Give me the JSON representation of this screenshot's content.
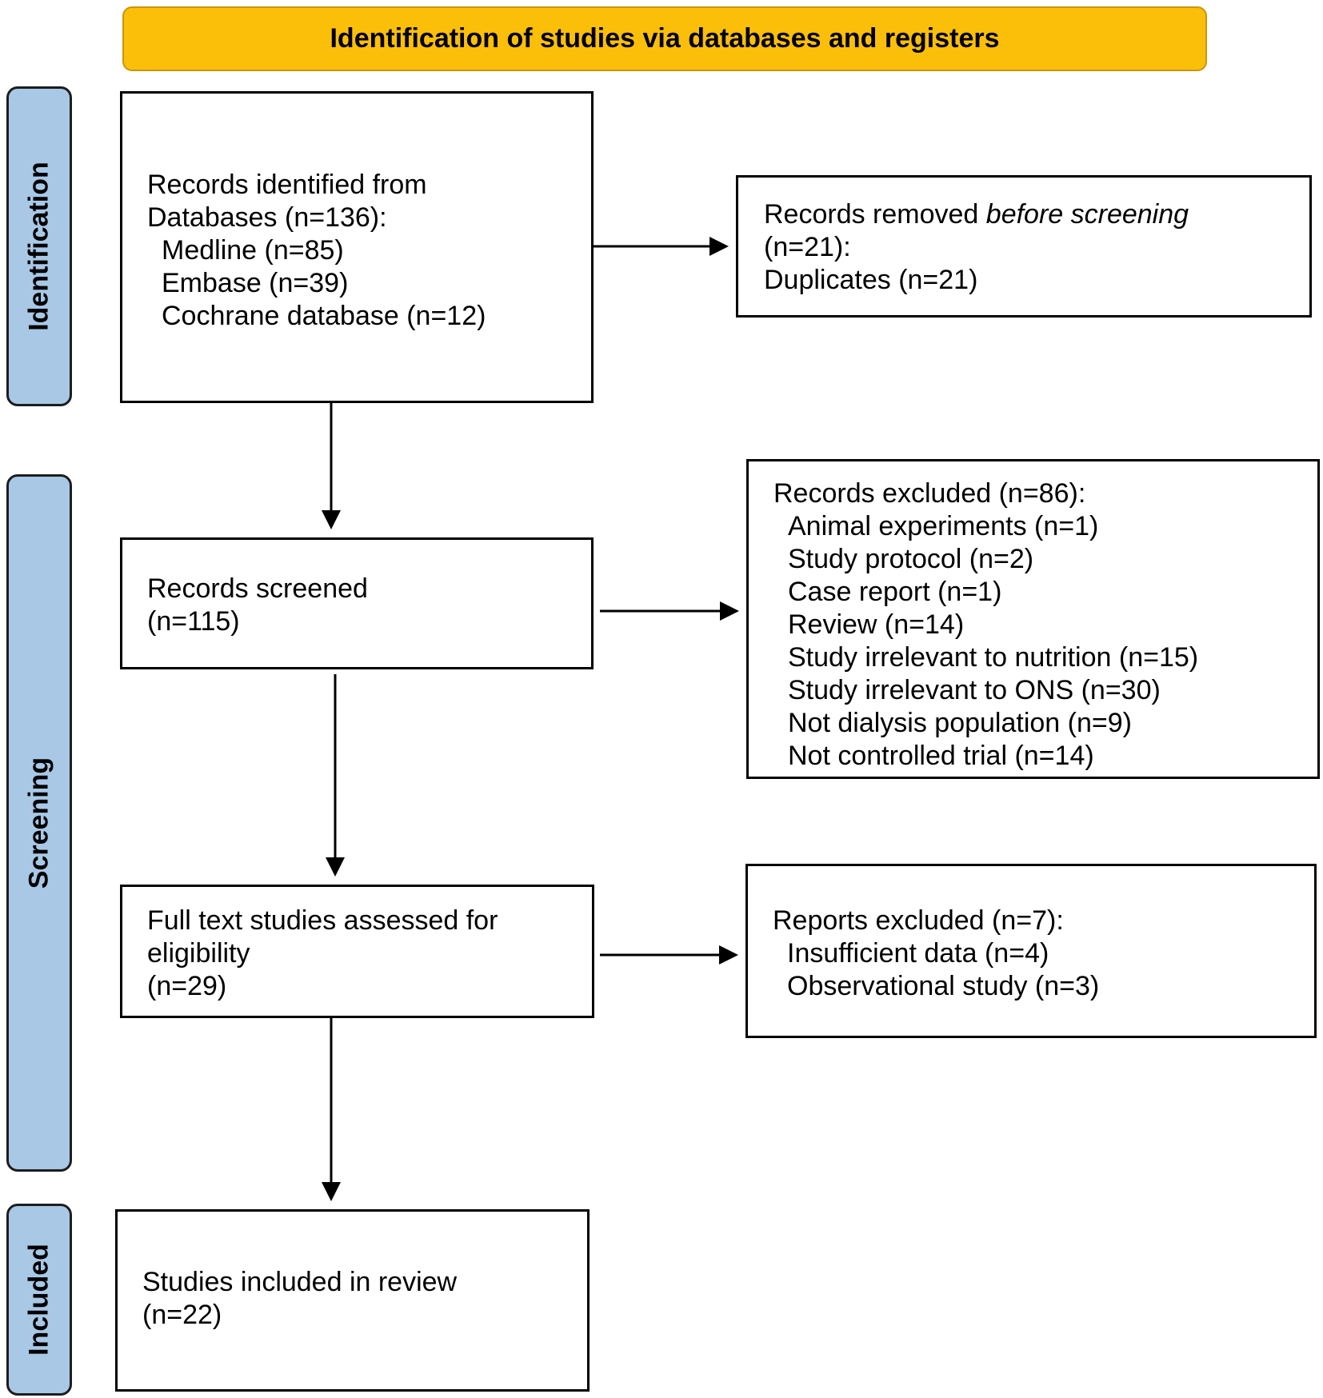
{
  "header": {
    "title": "Identification of studies via databases and registers"
  },
  "phases": {
    "identification": "Identification",
    "screening": "Screening",
    "included": "Included"
  },
  "identified": {
    "line1": "Records identified from",
    "line2": "Databases (n=136):",
    "sources": [
      "Medline (n=85)",
      "Embase (n=39)",
      "Cochrane database (n=12)"
    ]
  },
  "removed": {
    "line1_prefix": "Records removed ",
    "line1_emphasis": "before screening",
    "line2": "(n=21):",
    "line3": "Duplicates (n=21)"
  },
  "screened": {
    "line1": "Records screened",
    "line2": "(n=115)"
  },
  "excluded_records": {
    "title": "Records excluded (n=86):",
    "reasons": [
      "Animal experiments (n=1)",
      "Study protocol (n=2)",
      "Case report (n=1)",
      "Review (n=14)",
      "Study irrelevant to nutrition (n=15)",
      "Study irrelevant to ONS (n=30)",
      "Not dialysis population (n=9)",
      "Not controlled trial (n=14)"
    ]
  },
  "fulltext": {
    "line1": "Full text studies assessed for",
    "line2": "eligibility",
    "line3": "(n=29)"
  },
  "excluded_reports": {
    "title": "Reports excluded (n=7):",
    "reasons": [
      "Insufficient data (n=4)",
      "Observational study (n=3)"
    ]
  },
  "included": {
    "line1": "Studies included in review",
    "line2": "(n=22)"
  }
}
